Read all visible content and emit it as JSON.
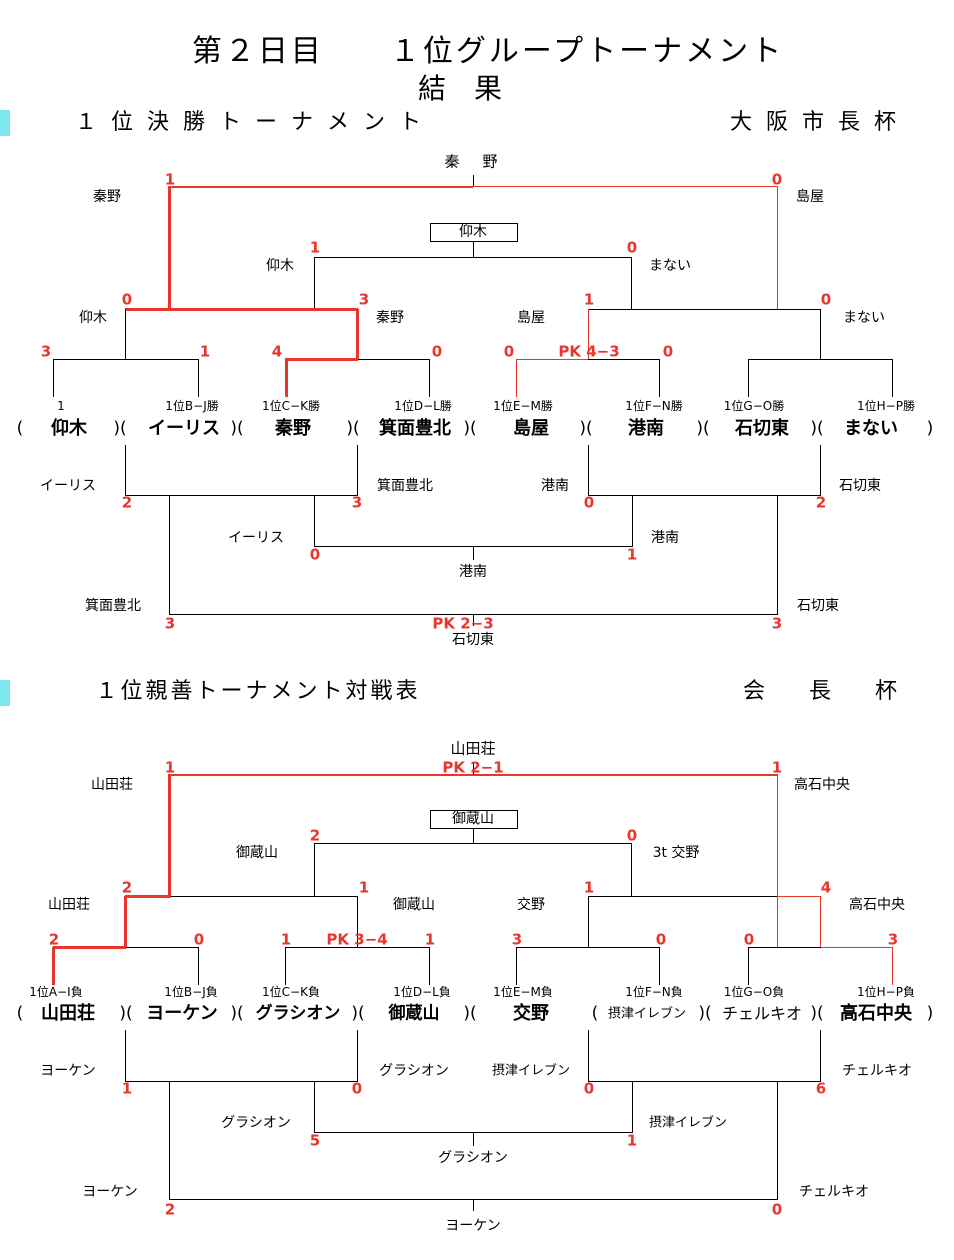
{
  "header": {
    "title": "第２日目　　１位グループトーナメント",
    "subtitle": "結　果"
  },
  "colors": {
    "line": "#000000",
    "highlight": "#e8362d",
    "section_marker": "#7fe8ee"
  },
  "section1": {
    "name": "１位決勝トーナメント",
    "cup": "大阪市長杯",
    "seeds": [
      "1",
      "1位B−J勝",
      "1位C−K勝",
      "1位D−L勝",
      "1位E−M勝",
      "1位F−N勝",
      "1位G−O勝",
      "1位H−P勝"
    ],
    "teams": [
      "仰木",
      "イーリス",
      "秦野",
      "箕面豊北",
      "島屋",
      "港南",
      "石切東",
      "まない"
    ],
    "winners": {
      "final": "秦　野",
      "semi_left": "仰木",
      "semi_right": "まない",
      "qf1": "仰木",
      "qf2": "秦野",
      "qf3": "島屋",
      "qf4": "まない",
      "top_left": "秦野",
      "top_right": "島屋"
    },
    "scores": {
      "r1_1a": "3",
      "r1_1b": "1",
      "r1_2a": "4",
      "r1_2b": "0",
      "r1_3a": "0",
      "r1_3b": "0",
      "pk_r1_3": "PK 4−3",
      "qf1": "0",
      "qf2": "3",
      "qf3": "1",
      "qf4": "0",
      "sf1": "1",
      "sf2": "0",
      "final_a": "1",
      "final_b": "0"
    },
    "third_place": "仰木",
    "consolation": {
      "loser_l1": "イーリス",
      "loser_l2": "箕面豊北",
      "loser_r1": "港南",
      "loser_r2": "石切東",
      "s_l1": "2",
      "s_l2": "3",
      "s_r1": "0",
      "s_r2": "2",
      "mid_l": "イーリス",
      "mid_r": "港南",
      "mid_sl": "0",
      "mid_sr": "1",
      "mid_winner": "港南",
      "bot_l": "箕面豊北",
      "bot_r": "石切東",
      "bot_sl": "3",
      "bot_sr": "3",
      "bot_pk": "PK 2−3",
      "bot_winner": "石切東"
    }
  },
  "section2": {
    "name": "１位親善トーナメント対戦表",
    "cup": "会　　長　　杯",
    "seeds": [
      "1位A−I負",
      "1位B−J負",
      "1位C−K負",
      "1位D−L負",
      "1位E−M負",
      "1位F−N負",
      "1位G−O負",
      "1位H−P負"
    ],
    "teams": [
      "山田荘",
      "ヨーケン",
      "グラシオン",
      "御蔵山",
      "交野",
      "摂津イレブン",
      "チェルキオ",
      "高石中央"
    ],
    "winners": {
      "final": "山田荘",
      "final_pk": "PK 2−1",
      "semi_left": "御蔵山",
      "semi_right": "3t 交野",
      "qf1": "山田荘",
      "qf2": "御蔵山",
      "qf3": "交野",
      "qf4": "高石中央",
      "top_left": "山田荘",
      "top_right": "高石中央"
    },
    "scores": {
      "r1_1a": "2",
      "r1_1b": "0",
      "r1_2a": "1",
      "r1_2b": "1",
      "pk_r1_2": "PK 3−4",
      "r1_3a": "3",
      "r1_3b": "0",
      "r1_4a": "0",
      "r1_4b": "3",
      "qf1": "2",
      "qf2": "1",
      "qf3": "1",
      "qf4": "4",
      "sf1": "2",
      "sf2": "0",
      "final_a": "1",
      "final_b": "1"
    },
    "third_place": "御蔵山",
    "consolation": {
      "loser_l1": "ヨーケン",
      "loser_l2": "グラシオン",
      "loser_r1": "摂津イレブン",
      "loser_r2": "チェルキオ",
      "s_l1": "1",
      "s_l2": "0",
      "s_r1": "0",
      "s_r2": "6",
      "mid_l": "グラシオン",
      "mid_r": "摂津イレブン",
      "mid_sl": "5",
      "mid_sr": "1",
      "mid_winner": "グラシオン",
      "bot_l": "ヨーケン",
      "bot_r": "チェルキオ",
      "bot_sl": "2",
      "bot_sr": "0",
      "bot_winner": "ヨーケン"
    }
  }
}
